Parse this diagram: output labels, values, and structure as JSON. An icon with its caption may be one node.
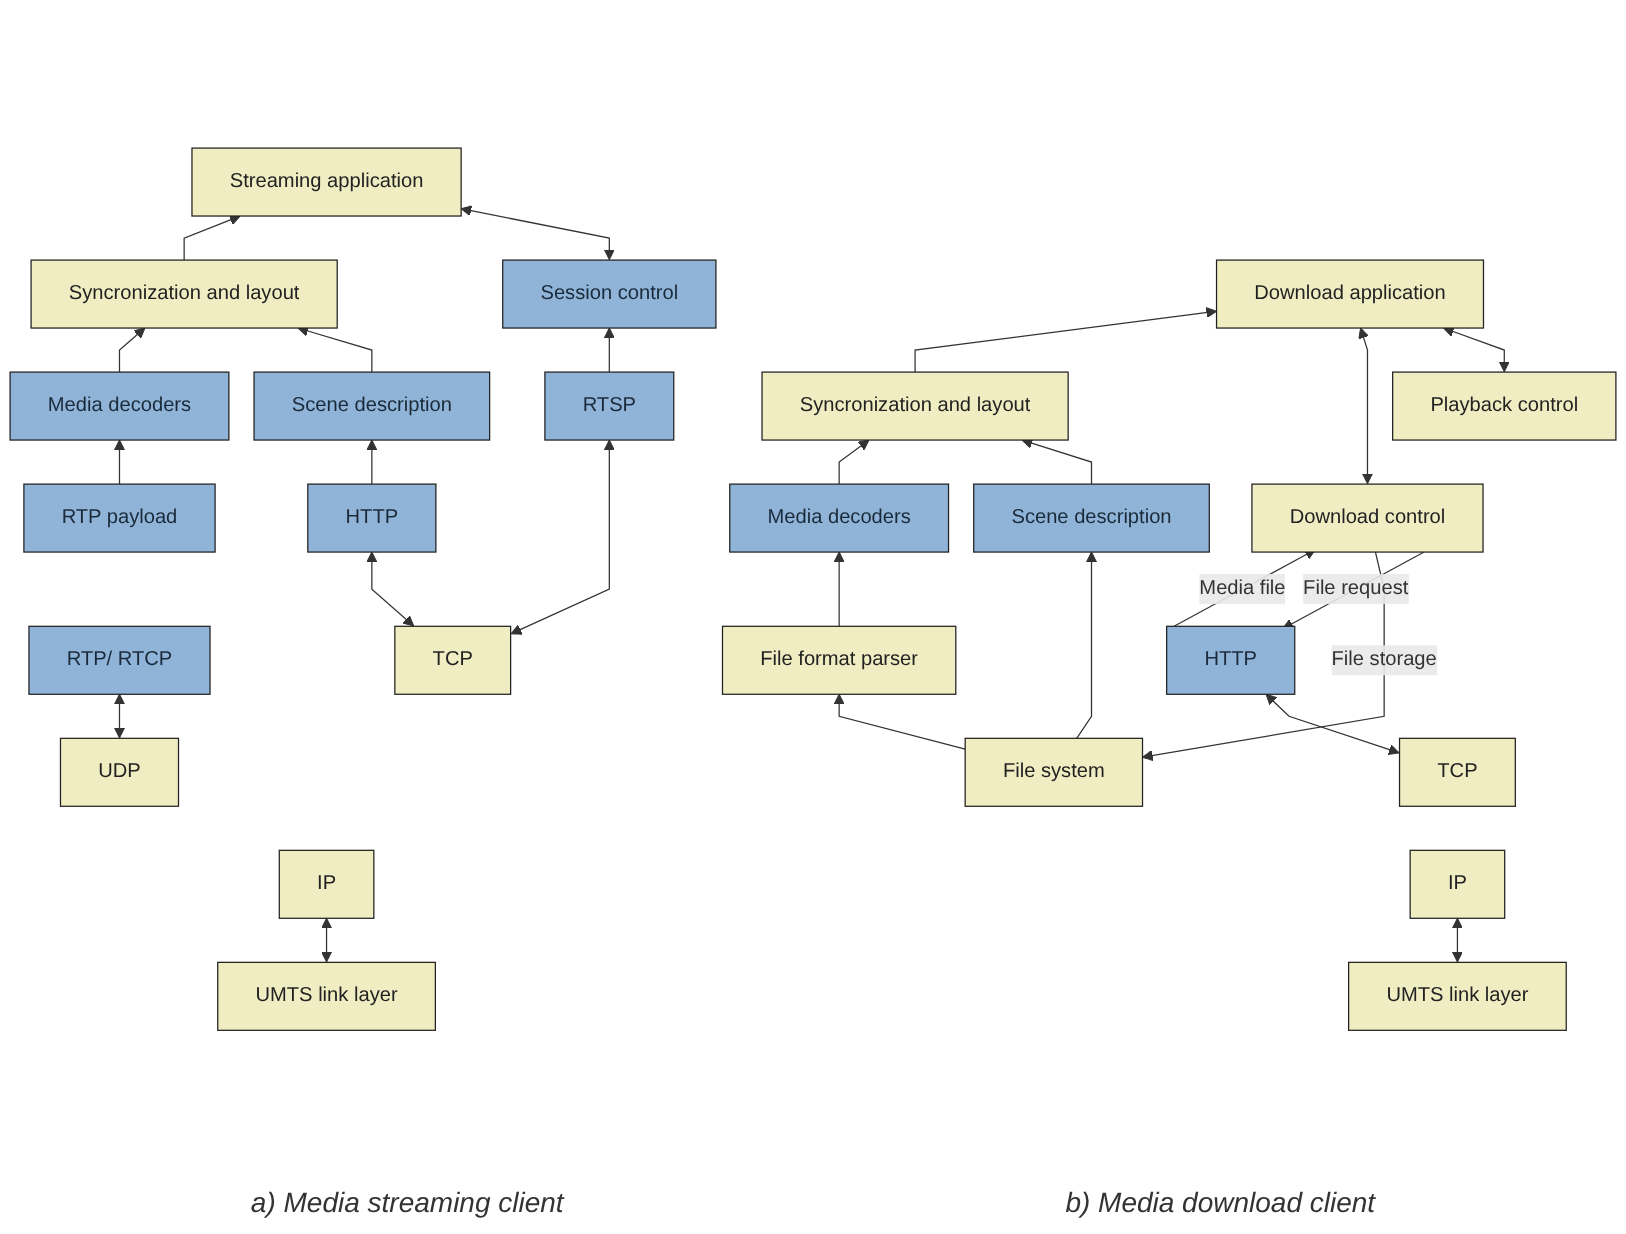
{
  "diagram": {
    "nodes": [
      {
        "text": [
          "Streaming application"
        ]
      },
      {
        "text": [
          "Syncronization and layout"
        ]
      },
      {
        "text": [
          "Media decoders"
        ]
      },
      {
        "text": [
          "Scene description"
        ]
      },
      {
        "text": [
          "Session control"
        ]
      },
      {
        "text": [
          "RTP payload"
        ]
      },
      {
        "text": [
          "RTP/ RTCP"
        ]
      },
      {
        "text": [
          "HTTP"
        ]
      },
      {
        "text": [
          "RTSP"
        ]
      },
      {
        "text": [
          "UDP"
        ]
      },
      {
        "text": [
          "TCP"
        ]
      },
      {
        "text": [
          "IP"
        ]
      },
      {
        "text": [
          "UMTS link layer"
        ]
      },
      {
        "text": [
          "Download application"
        ]
      },
      {
        "text": [
          "Syncronization and layout"
        ]
      },
      {
        "text": [
          "Media decoders"
        ]
      },
      {
        "text": [
          "Scene description"
        ]
      },
      {
        "text": [
          "Download control"
        ]
      },
      {
        "text": [
          "Playback control"
        ]
      },
      {
        "text": [
          "File format parser"
        ]
      },
      {
        "text": [
          "HTTP"
        ]
      },
      {
        "text": [
          "File system"
        ]
      },
      {
        "text": [
          "TCP"
        ]
      },
      {
        "text": [
          "IP"
        ]
      },
      {
        "text": [
          "UMTS link layer"
        ]
      }
    ],
    "edges": [
      {
        "from": 1,
        "to": 0,
        "arrow": "to"
      },
      {
        "from": 2,
        "to": 1,
        "arrow": "to"
      },
      {
        "from": 3,
        "to": 1,
        "arrow": "to"
      },
      {
        "from": 0,
        "to": 4,
        "arrow": "both"
      },
      {
        "from": 5,
        "to": 2,
        "arrow": "to"
      },
      {
        "from": 7,
        "to": 3,
        "arrow": "to"
      },
      {
        "from": 8,
        "to": 4,
        "arrow": "to"
      },
      {
        "from": 9,
        "to": 6,
        "arrow": "both"
      },
      {
        "from": 10,
        "to": 7,
        "arrow": "both"
      },
      {
        "from": 10,
        "to": 8,
        "arrow": "both"
      },
      {
        "from": 12,
        "to": 11,
        "arrow": "both"
      },
      {
        "from": 14,
        "to": 13,
        "arrow": "to"
      },
      {
        "from": 15,
        "to": 14,
        "arrow": "to"
      },
      {
        "from": 16,
        "to": 14,
        "arrow": "to"
      },
      {
        "from": 13,
        "to": 17,
        "arrow": "both"
      },
      {
        "from": 13,
        "to": 18,
        "arrow": "both"
      },
      {
        "from": 19,
        "to": 15,
        "arrow": "to"
      },
      {
        "from": 21,
        "to": 16,
        "arrow": "to"
      },
      {
        "from": 21,
        "to": 19,
        "arrow": "to"
      },
      {
        "from": 17,
        "to": 21,
        "label": "File storage",
        "arrow": "to"
      },
      {
        "from": 20,
        "to": 17,
        "label": "Media file",
        "arrow": "to"
      },
      {
        "from": 17,
        "to": 20,
        "label": "File request",
        "arrow": "to"
      },
      {
        "from": 22,
        "to": 20,
        "arrow": "both"
      },
      {
        "from": 24,
        "to": 23,
        "arrow": "both"
      }
    ],
    "labels": [
      "a) Media streaming client",
      "b) Media download client"
    ]
  }
}
